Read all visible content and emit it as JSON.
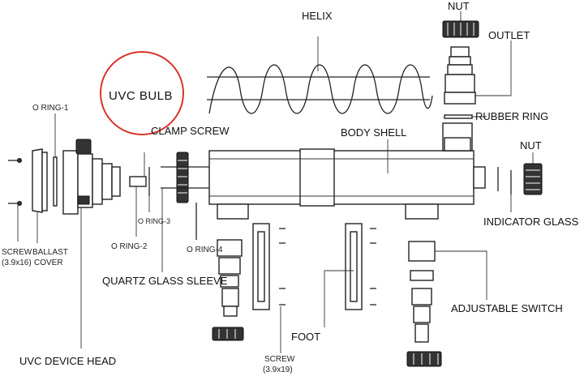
{
  "labels": {
    "helix": "HELIX",
    "nut_top": "NUT",
    "outlet": "OUTLET",
    "uvc_bulb": "UVC BULB",
    "o_ring_1": "O RING-1",
    "clamp_screw": "CLAMP SCREW",
    "body_shell": "BODY SHELL",
    "rubber_ring": "RUBBER RING",
    "nut_right": "NUT",
    "indicator_glass": "INDICATOR GLASS",
    "screw_left_line1": "SCREW",
    "screw_left_line2": "(3.9x16)",
    "ballast_cover_line1": "BALLAST",
    "ballast_cover_line2": "COVER",
    "o_ring_2": "O RING-2",
    "o_ring_3": "O RING-3",
    "o_ring_4": "O RING-4",
    "quartz_glass_sleeve": "QUARTZ GLASS SLEEVE",
    "adjustable_switch": "ADJUSTABLE SWITCH",
    "foot": "FOOT",
    "uvc_device_head": "UVC DEVICE HEAD",
    "screw_bottom_line1": "SCREW",
    "screw_bottom_line2": "(3.9x19)"
  },
  "highlight_color": "#d9332b"
}
